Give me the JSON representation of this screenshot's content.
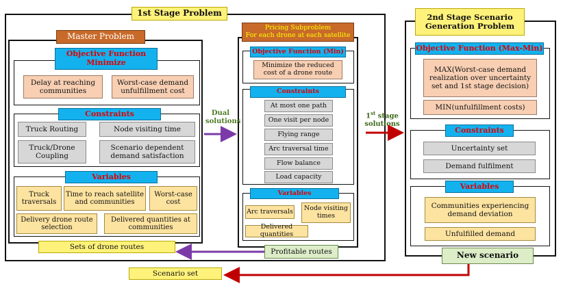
{
  "stage1": {
    "title": "1st Stage Problem",
    "master": {
      "title": "Master Problem",
      "objective": {
        "title_line1": "Objective Function",
        "title_line2": "Minimize",
        "items": [
          "Delay at reaching communities",
          "Worst-case demand unfulfillment cost"
        ]
      },
      "constraints": {
        "title": "Constraints",
        "items": [
          "Truck Routing",
          "Node visiting time",
          "Truck/Drone Coupling",
          "Scenario dependent demand satisfaction"
        ]
      },
      "variables": {
        "title": "Variables",
        "items": [
          "Truck traversals",
          "Time to reach satellite and communities",
          "Worst-case cost",
          "Delivery drone route selection",
          "Delivered quantities at communities"
        ]
      }
    },
    "pricing": {
      "title_line1": "Pricing Subproblem",
      "title_line2": "For each drone at each satellite",
      "objective": {
        "title": "Objective Function (Min)",
        "item": "Minimize the reduced cost of a drone route"
      },
      "constraints": {
        "title": "Constraints",
        "items": [
          "At most one path",
          "One visit per node",
          "Flying range",
          "Arc traversal time",
          "Flow balance",
          "Load capacity"
        ]
      },
      "variables": {
        "title": "Variables",
        "items": [
          "Arc traversals",
          "Node visiting times",
          "Delivered quantities"
        ]
      }
    },
    "dual_label_line1": "Dual",
    "dual_label_line2": "solutions",
    "sets_of_routes": "Sets of drone routes",
    "profitable_routes": "Profitable routes"
  },
  "stage1_solutions_line1_base": "1",
  "stage1_solutions_line1_sup": "st",
  "stage1_solutions_line1_rest": " stage",
  "stage1_solutions_line2": "solutions",
  "stage2": {
    "title_line1": "2nd Stage Scenario",
    "title_line2": "Generation Problem",
    "objective": {
      "title": "Objective Function (Max-Min)",
      "items": [
        "MAX(Worst-case demand realization over uncertainty set and 1st stage decision)",
        "MIN(unfulfillment costs)"
      ]
    },
    "constraints": {
      "title": "Constraints",
      "items": [
        "Uncertainty set",
        "Demand fulfilment"
      ]
    },
    "variables": {
      "title": "Variables",
      "items": [
        "Communities experiencing demand deviation",
        "Unfulfilled demand"
      ]
    },
    "new_scenario": "New scenario"
  },
  "scenario_set": "Scenario set",
  "colors": {
    "arrow_purple": "#7b3aa8",
    "arrow_red": "#c00000",
    "header_blue": "#13b2ef",
    "header_orange": "#c86a2a",
    "label_yellow": "#fff27a"
  }
}
